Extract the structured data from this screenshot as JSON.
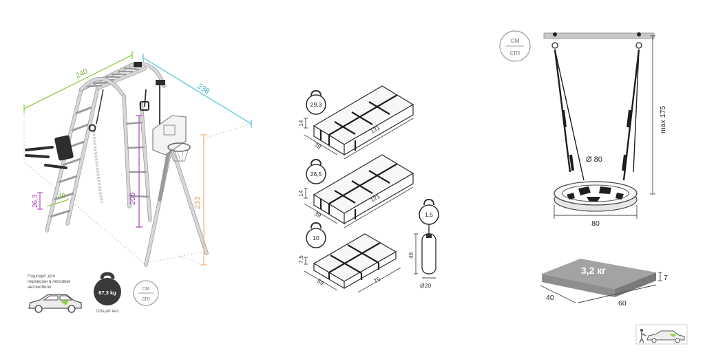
{
  "playground": {
    "dim_width": "240",
    "dim_depth": "238",
    "dim_ladder_step": "26,3",
    "dim_ladder_width": "49",
    "dim_height_post": "205",
    "dim_height_hoop": "233",
    "car_note": "Подходит для перевозки в легковом автомобиле",
    "total_weight": "67,3 kg",
    "total_weight_label": "Общий вес",
    "unit_top": "см",
    "unit_bottom": "cm"
  },
  "packages": [
    {
      "weight": "29,3",
      "height": "14",
      "width": "39",
      "length": "121"
    },
    {
      "weight": "26,5",
      "height": "14",
      "width": "39",
      "length": "121"
    },
    {
      "weight": "10",
      "height": "7,5",
      "width": "59",
      "length": "75"
    }
  ],
  "punching_bag": {
    "weight": "1,5",
    "height": "46",
    "diameter": "Ø20"
  },
  "swing": {
    "unit_top": "см",
    "unit_bottom": "cm",
    "rope_length": "max 175",
    "seat_diameter": "Ø 80",
    "seat_width": "80"
  },
  "swing_box": {
    "weight": "3,2 кг",
    "height": "7",
    "width": "40",
    "length": "60"
  },
  "colors": {
    "green": "#8fce3f",
    "cyan": "#4ec9d4",
    "purple": "#b04fc4",
    "orange": "#f2b97a",
    "grey_box": "#9d9d9d"
  }
}
